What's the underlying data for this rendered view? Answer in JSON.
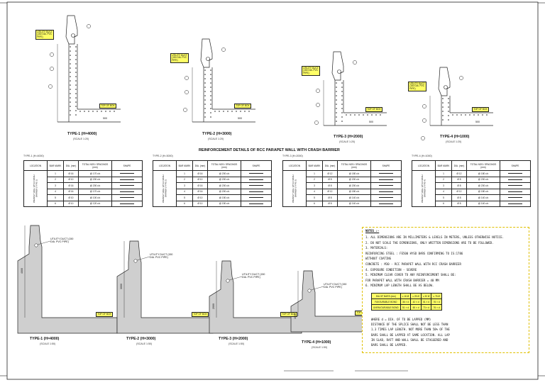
{
  "sheet": {
    "title": "REINFORCEMENT DETAILS OF RCC PARAPET WALL WITH CRASH BARRIER"
  },
  "top_details": [
    {
      "caption": "TYPE-1 (H=4000)",
      "scale": "(SCALE 1:20)",
      "duct": "UTILITY DUCT (150 DIA. PVC PIPE)",
      "deck": "TOP OF BOX",
      "dim": "500"
    },
    {
      "caption": "TYPE-2 (H=3000)",
      "scale": "(SCALE 1:20)",
      "duct": "UTILITY DUCT (150 DIA. PVC PIPE)",
      "deck": "TOP OF BOX",
      "dim": "500"
    },
    {
      "caption": "TYPE-3 (H=2000)",
      "scale": "(SCALE 1:20)",
      "duct": "UTILITY DUCT (150 DIA. PVC PIPE)",
      "deck": "TOP OF BOX",
      "dim": "500"
    },
    {
      "caption": "TYPE-4 (H=1000)",
      "scale": "(SCALE 1:20)",
      "duct": "UTILITY DUCT (150 DIA. PVC PIPE)",
      "deck": "TOP OF BOX",
      "dim": "500"
    }
  ],
  "tables": [
    {
      "title": "TYPE-1 (H=4000)",
      "group": "PARAPET WALL WITH CRASH BARRIER (TYPE-1)",
      "headers": [
        "LOCATION",
        "BAR MARK",
        "DIA. (mm)",
        "TOTAL NOS./ SPACINGS (mm)",
        "SHAPE"
      ],
      "rows": [
        [
          "1",
          "Ø 16",
          "@ 170 c/c"
        ],
        [
          "2",
          "Ø 10",
          "@ 200 c/c"
        ],
        [
          "3",
          "Ø 16",
          "@ 200 c/c"
        ],
        [
          "4",
          "Ø 16",
          "@ 170 c/c"
        ],
        [
          "5",
          "Ø 10",
          "@ 100 c/c"
        ],
        [
          "6",
          "Ø 10",
          "@ 120 c/c"
        ]
      ]
    },
    {
      "title": "TYPE-2 (H=3000)",
      "group": "PARAPET WALL WITH CRASH BARRIER (TYPE-2)",
      "headers": [
        "LOCATION",
        "BAR MARK",
        "DIA. (mm)",
        "TOTAL NOS./ SPACINGS (mm)",
        "SHAPE"
      ],
      "rows": [
        [
          "1",
          "Ø 16",
          "@ 200 c/c"
        ],
        [
          "2",
          "Ø 10",
          "@ 200 c/c"
        ],
        [
          "3",
          "Ø 16",
          "@ 200 c/c"
        ],
        [
          "4",
          "Ø 16",
          "@ 200 c/c"
        ],
        [
          "5",
          "Ø 10",
          "@ 150 c/c"
        ],
        [
          "6",
          "Ø 10",
          "@ 150 c/c"
        ]
      ]
    },
    {
      "title": "TYPE-3 (H=2000)",
      "group": "PARAPET WALL WITH CRASH BARRIER (TYPE-3)",
      "headers": [
        "LOCATION",
        "BAR MARK",
        "DIA. (mm)",
        "TOTAL NOS./ SPACINGS (mm)",
        "SHAPE"
      ],
      "rows": [
        [
          "1",
          "Ø 12",
          "@ 180 c/c"
        ],
        [
          "2",
          "Ø 8",
          "@ 200 c/c"
        ],
        [
          "3",
          "Ø 8",
          "@ 200 c/c"
        ],
        [
          "4",
          "Ø 12",
          "@ 180 c/c"
        ],
        [
          "5",
          "Ø 8",
          "@ 140 c/c"
        ],
        [
          "6",
          "Ø 8",
          "@ 140 c/c"
        ]
      ]
    },
    {
      "title": "TYPE-4 (H=1000)",
      "group": "PARAPET WALL WITH CRASH BARRIER (TYPE-4)",
      "headers": [
        "LOCATION",
        "BAR MARK",
        "DIA. (mm)",
        "TOTAL NOS./ SPACINGS (mm)",
        "SHAPE"
      ],
      "rows": [
        [
          "1",
          "Ø 12",
          "@ 180 c/c"
        ],
        [
          "2",
          "Ø 8",
          "@ 200 c/c"
        ],
        [
          "3",
          "Ø 8",
          "@ 200 c/c"
        ],
        [
          "4",
          "Ø 12",
          "@ 180 c/c"
        ],
        [
          "5",
          "Ø 8",
          "@ 140 c/c"
        ],
        [
          "6",
          "Ø 8",
          "@ 140 c/c"
        ]
      ]
    }
  ],
  "bottom_details": [
    {
      "caption": "TYPE-1 (H=4000)",
      "scale": "(SCALE 1:50)",
      "duct": "UTILITY DUCT (150 DIA. PVC PIPE)",
      "deck": "TOP OF BOX",
      "height": "4000"
    },
    {
      "caption": "TYPE-2 (H=3000)",
      "scale": "(SCALE 1:50)",
      "duct": "UTILITY DUCT (150 DIA. PVC PIPE)",
      "deck": "TOP OF BOX",
      "height": "3000"
    },
    {
      "caption": "TYPE-3 (H=2000)",
      "scale": "(SCALE 1:50)",
      "duct": "UTILITY DUCT (150 DIA. PVC PIPE)",
      "deck": "TOP OF BOX",
      "height": "2000"
    },
    {
      "caption": "TYPE-4 (H=1000)",
      "scale": "(SCALE 1:50)",
      "duct": "UTILITY DUCT (150 DIA. PVC PIPE)",
      "deck": "TOP OF BOX",
      "height": "1000"
    }
  ],
  "notes": {
    "title": "NOTES :-",
    "lines": [
      "1. ALL DIMENSIONS ARE IN MILLIMETERS & LEVELS IN METERS, UNLESS OTHERWISE NOTICE.",
      "2. DO NOT SCALE THE DIMENSIONS, ONLY WRITTEN DIMENSIONS ARE TO BE FOLLOWED.",
      "3. MATERIALS:",
      "   REINFORCING STEEL    :  FE500 HYSD BARS CONFIRMING TO IS:1786",
      "                           WITHOUT COATING",
      "   CONCRETE             :  M30 - RCC PARAPET WALL WITH RCC CRASH BARRIER",
      "4. EXPOSURE CONDITION - SEVERE",
      "5. MINIMUM CLEAR COVER TO ANY REINFORCEMENT SHALL BE:",
      "   FOR PARAPET WALL WITH CRASH BARRIER = 40 MM",
      "6. MINIMUM LAP LENGTH SHALL BE AS BELOW."
    ],
    "lap_table": [
      [
        "DIA OF BARS (mm)",
        "≤ 16 Ø",
        "≤ 25 Ø",
        "≤ 32 Ø",
        "≤ 76 Ø"
      ],
      [
        "FAVOURABLE BOND",
        "36 × d",
        "42 × d",
        "51 × d",
        "76 × d"
      ],
      [
        "UNFAVOURABLE BOND",
        "51 × d",
        "60 × d",
        "73 × d",
        "76 × d"
      ]
    ],
    "footer": [
      "WHERE d = DIA. OF TO BE LAPPED (MM)",
      "DISTANCE OF THE SPLICE SHALL NOT BE LESS THAN",
      "1.3 TIMES LAP LENGTH. NOT MORE THAN 50% OF THE",
      "BARS SHALL BE LAPPED AT SAME LOCATION. ALL LAP",
      "IN SLAB, RAFT AND WALL SHALL BE STAGGERED AND",
      "BARS SHALL BE LAPPED."
    ]
  }
}
